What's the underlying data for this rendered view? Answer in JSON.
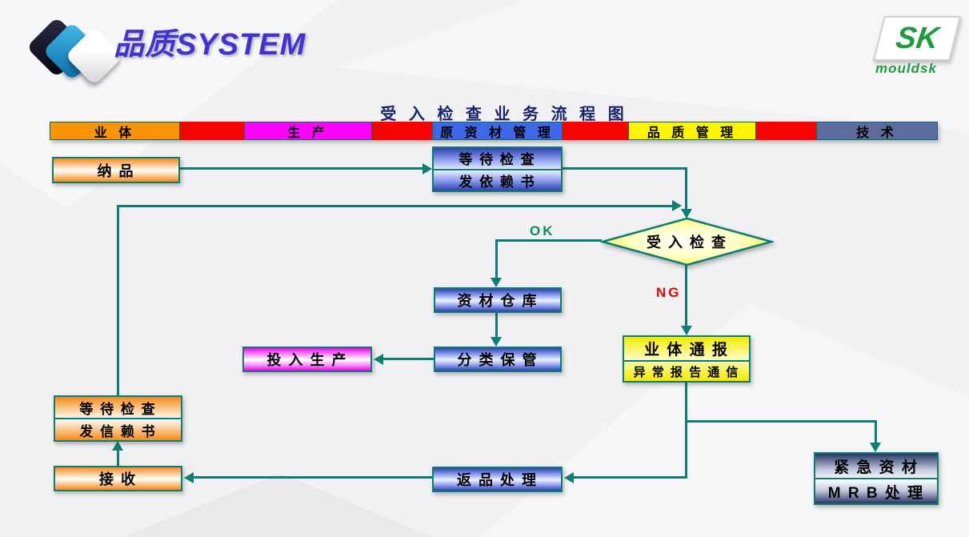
{
  "slide": {
    "title": "品质SYSTEM",
    "sk_logo": {
      "sk": "SK",
      "sub": "mouldsk"
    },
    "diagram_title": "受 入 检 查 业 务 流 程 图"
  },
  "lanes": [
    {
      "label": "业  体",
      "color": "#f89406"
    },
    {
      "label": "",
      "color": "#fe0000"
    },
    {
      "label": "生  产",
      "color": "#fe00fe"
    },
    {
      "label": "",
      "color": "#fe0000"
    },
    {
      "label": "原 资 材 管 理",
      "color": "#3e68e8"
    },
    {
      "label": "",
      "color": "#fe0000"
    },
    {
      "label": "品 质 管 理",
      "color": "#fcf400"
    },
    {
      "label": "",
      "color": "#fe0000"
    },
    {
      "label": "技  术",
      "color": "#5d6c9e"
    }
  ],
  "nodes": {
    "delivery": {
      "label": "纳  品"
    },
    "wait_top": {
      "line1": "等 待 检 查",
      "line2": "发 依 赖 书"
    },
    "decision": {
      "label": "受 入 检 查"
    },
    "warehouse": {
      "label": "资 材 仓 库"
    },
    "sorting": {
      "label": "分 类 保 管"
    },
    "production": {
      "label": "投 入 生 产"
    },
    "notify": {
      "line1": "业 体 通 报",
      "line2": "异 常 报 告 通 信"
    },
    "wait_bottom": {
      "line1": "等 待 检 查",
      "line2": "发 信 赖 书"
    },
    "receive": {
      "label": "接  收"
    },
    "return_handle": {
      "label": "返 品 处 理"
    },
    "urgent": {
      "line1": "紧 急 资 材",
      "line2": "M R B 处 理"
    }
  },
  "edges": {
    "ok": "OK",
    "ng": "NG"
  },
  "colors": {
    "connector": "#0d7e76",
    "ok": "#0b8a5c",
    "ng": "#e60000",
    "title": "#4233cf",
    "diagram_title": "#18246e",
    "sk_green": "#1f9a40"
  }
}
